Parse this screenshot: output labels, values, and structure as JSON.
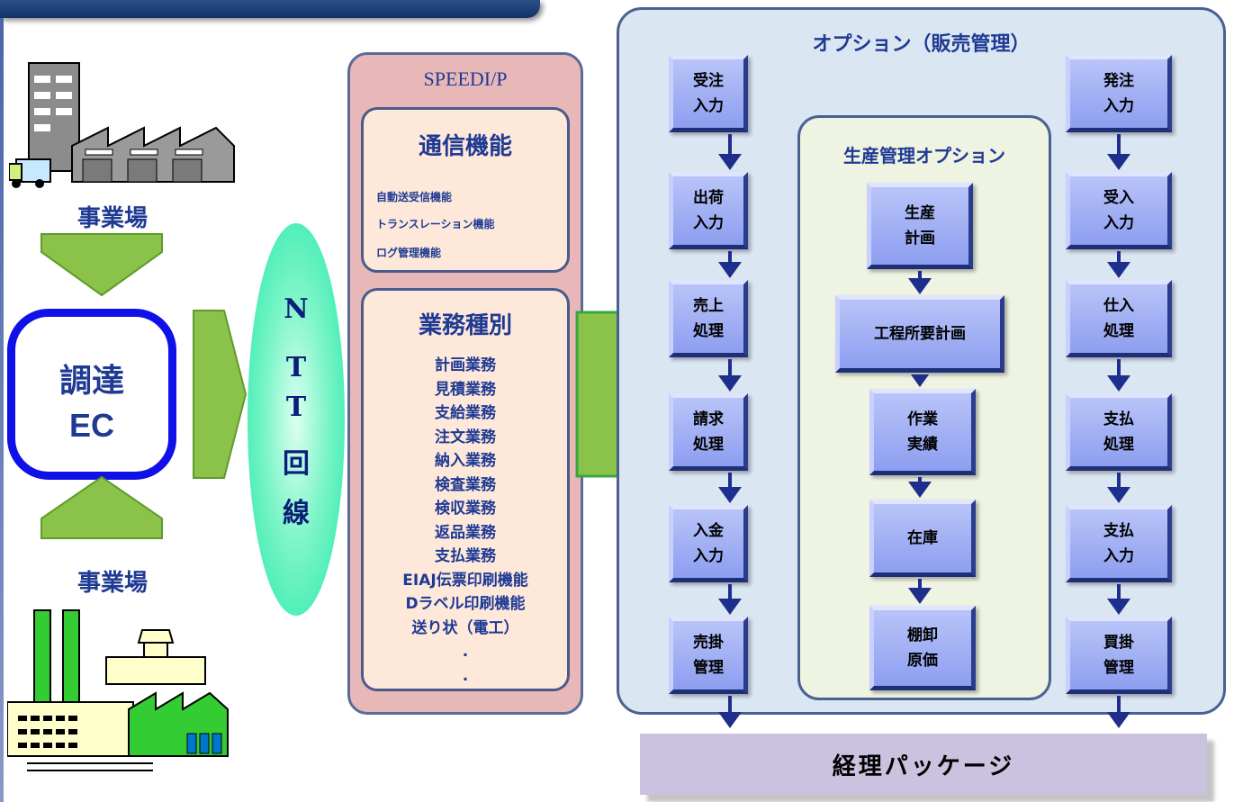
{
  "left": {
    "site_top": "事業場",
    "site_bottom": "事業場",
    "ec_line1": "調達",
    "ec_line2": "EC"
  },
  "ntt": {
    "chars": [
      "N",
      "T",
      "T",
      "回",
      "線"
    ]
  },
  "speedi": {
    "title": "SPEEDI/P",
    "comm_title": "通信機能",
    "comm_items": [
      "自動送受信機能",
      "トランスレーション機能",
      "ログ管理機能"
    ],
    "biz_title": "業務種別",
    "biz_items": [
      "計画業務",
      "見積業務",
      "支給業務",
      "注文業務",
      "納入業務",
      "検査業務",
      "検収業務",
      "返品業務",
      "支払業務",
      "EIAJ伝票印刷機能",
      "Dラベル印刷機能",
      "送り状（電工）",
      ".",
      " ."
    ]
  },
  "option": {
    "title": "オプション（販売管理）",
    "sales": [
      [
        "受注",
        "入力"
      ],
      [
        "出荷",
        "入力"
      ],
      [
        "売上",
        "処理"
      ],
      [
        "請求",
        "処理"
      ],
      [
        "入金",
        "入力"
      ],
      [
        "売掛",
        "管理"
      ]
    ],
    "purchase": [
      [
        "発注",
        "入力"
      ],
      [
        "受入",
        "入力"
      ],
      [
        "仕入",
        "処理"
      ],
      [
        "支払",
        "処理"
      ],
      [
        "支払",
        "入力"
      ],
      [
        "買掛",
        "管理"
      ]
    ],
    "production": {
      "title": "生産管理オプション",
      "steps": [
        [
          "生産",
          "計画"
        ],
        [
          "工程所要計画"
        ],
        [
          "作業",
          "実績"
        ],
        [
          "在庫"
        ],
        [
          "棚卸",
          "原価"
        ]
      ]
    }
  },
  "accounting": "経理パッケージ",
  "colors": {
    "arrow_green": "#8bc34a",
    "panel_pink": "#e8b8b8",
    "panel_blue": "#dbe6f3",
    "box_blue": "#9aa8f0",
    "arrow_navy": "#1e2e8c"
  }
}
